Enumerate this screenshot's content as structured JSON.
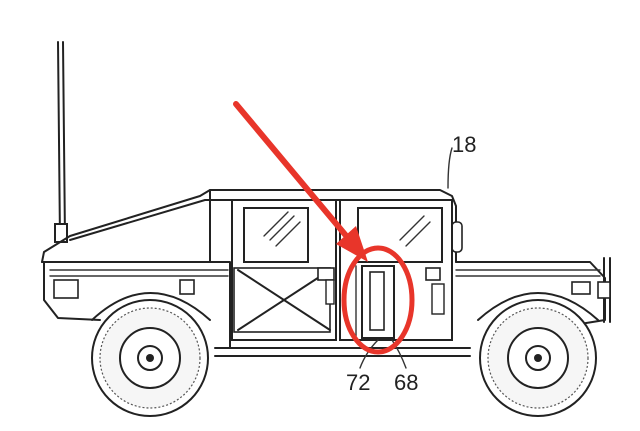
{
  "figure": {
    "labels": {
      "vehicle": "18",
      "left_callout": "72",
      "right_callout": "68"
    }
  },
  "annotation": {
    "arrow_color": "#e8352a",
    "circle_color": "#e8352a"
  }
}
